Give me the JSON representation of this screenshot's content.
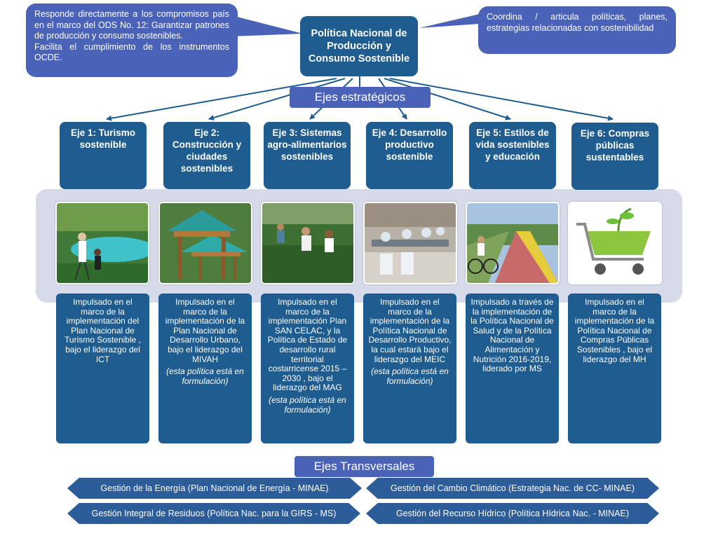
{
  "bubbles": {
    "left": {
      "line1": "Responde directamente a los compromisos país en el marco del ODS No. 12: Garantizar patrones de producción y consumo sostenibles.",
      "line2": "Facilita el cumplimiento de los instrumentos OCDE."
    },
    "right": "Coordina / articula políticas, planes, estrategias relacionadas con sostenibilidad"
  },
  "main_title": "Política Nacional de Producción y Consumo Sostenible",
  "strategic_label": "Ejes estratégicos",
  "axes": [
    {
      "title": "Eje 1: Turismo sostenible",
      "photo_icon": "tourism-photo-icon",
      "desc": "Impulsado en el marco de la implementación del Plan Nacional de Turismo Sostenible , bajo el liderazgo del ICT",
      "note": ""
    },
    {
      "title": "Eje 2: Construcción y ciudades sostenibles",
      "photo_icon": "construction-photo-icon",
      "desc": "Impulsado en el marco de la implementación de la Plan Nacional de Desarrollo Urbano, bajo el liderazgo del MIVAH",
      "note": "(esta política está en formulación)"
    },
    {
      "title": "Eje 3: Sistemas agro-alimentarios sostenibles",
      "photo_icon": "agriculture-photo-icon",
      "desc": "Impulsado en el marco de la implementación Plan SAN CELAC, y la Política de Estado de desarrollo rural territorial costarricense 2015 – 2030 , bajo el liderazgo del MAG",
      "note": "(esta política está en formulación)"
    },
    {
      "title": "Eje 4: Desarrollo productivo sostenible",
      "photo_icon": "laboratory-photo-icon",
      "desc": "Impulsado en el marco de la implementación de la Política Nacional de Desarrollo Productivo, la cual estará bajo el liderazgo del MEIC",
      "note": "(esta política está en formulación)"
    },
    {
      "title": "Eje 5: Estilos de vida sostenibles y educación",
      "photo_icon": "cycling-photo-icon",
      "desc": "Impulsado a través de la implementación de la Política Nacional de Salud y de la Política Nacional de Alimentación y Nutrición 2016-2019, liderado por MS",
      "note": ""
    },
    {
      "title": "Eje 6: Compras públicas sustentables",
      "photo_icon": "shopping-cart-icon",
      "desc": "Impulsado en el marco de la implementación de la Política Nacional de Compras Públicas Sostenibles , bajo el liderazgo del MH",
      "note": ""
    }
  ],
  "transversal_label": "Ejes Transversales",
  "transversal": [
    "Gestión de la Energía (Plan Nacional de Energía - MINAE)",
    "Gestión del Cambio Climático (Estrategia Nac. de CC- MINAE)",
    "Gestión Integral de Residuos (Política Nac. para la GIRS - MS)",
    "Gestión del Recurso Hídrico (Política Hídrica Nac. - MINAE)"
  ],
  "colors": {
    "dark_blue": "#1f5c8f",
    "medium_blue": "#4a63b8",
    "band": "#d6dae9"
  }
}
